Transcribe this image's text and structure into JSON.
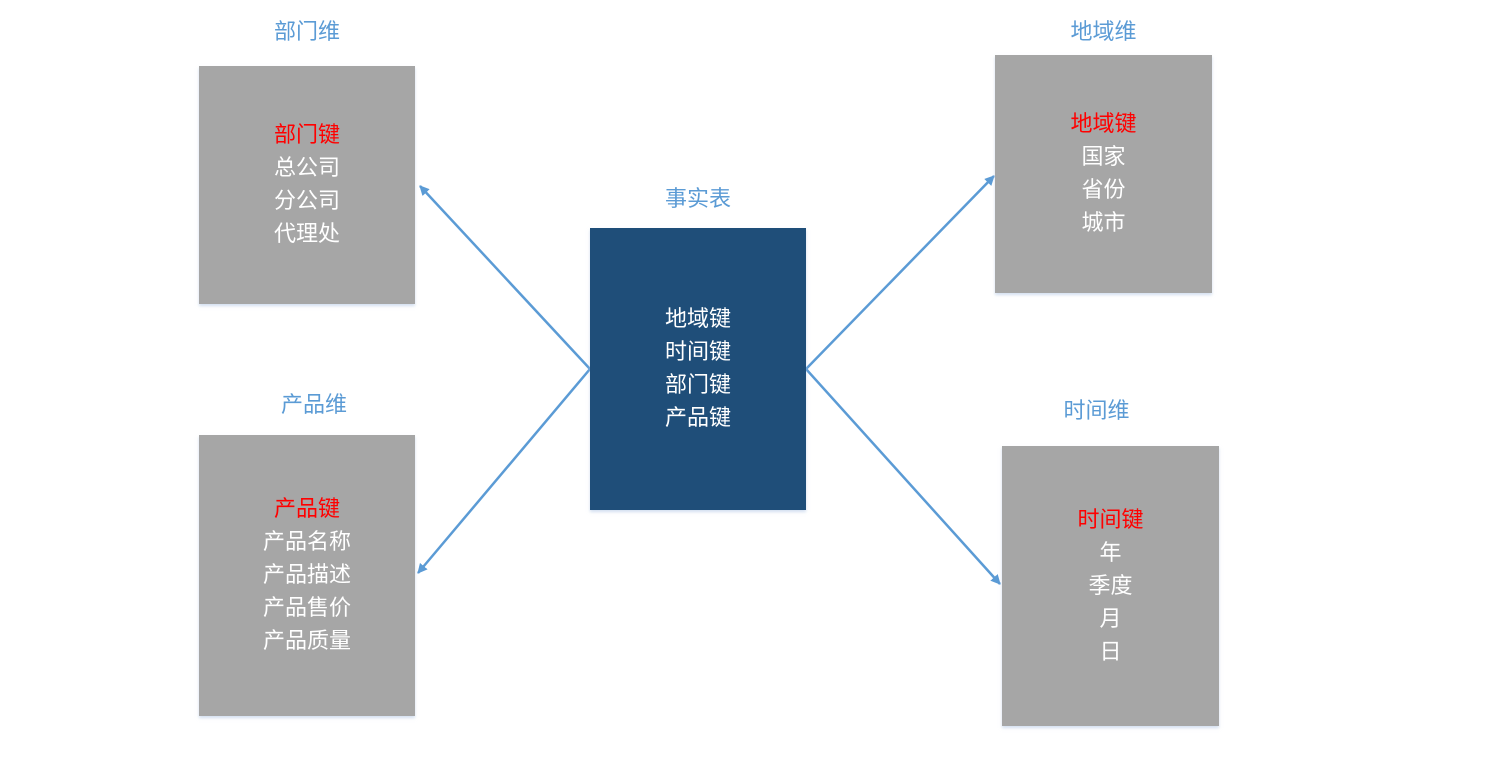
{
  "fact_table": {
    "title": "事实表",
    "fields": [
      "地域键",
      "时间键",
      "部门键",
      "产品键"
    ]
  },
  "dimensions": {
    "department": {
      "title": "部门维",
      "key": "部门键",
      "fields": [
        "总公司",
        "分公司",
        "代理处"
      ]
    },
    "product": {
      "title": "产品维",
      "key": "产品键",
      "fields": [
        "产品名称",
        "产品描述",
        "产品售价",
        "产品质量"
      ]
    },
    "region": {
      "title": "地域维",
      "key": "地域键",
      "fields": [
        "国家",
        "省份",
        "城市"
      ]
    },
    "time": {
      "title": "时间维",
      "key": "时间键",
      "fields": [
        "年",
        "季度",
        "月",
        "日"
      ]
    }
  },
  "colors": {
    "label": "#5b9bd5",
    "dimension_box": "#a6a6a6",
    "fact_box": "#1f4e79",
    "key_text": "#ff0000",
    "field_text": "#ffffff",
    "arrow": "#5b9bd5"
  }
}
